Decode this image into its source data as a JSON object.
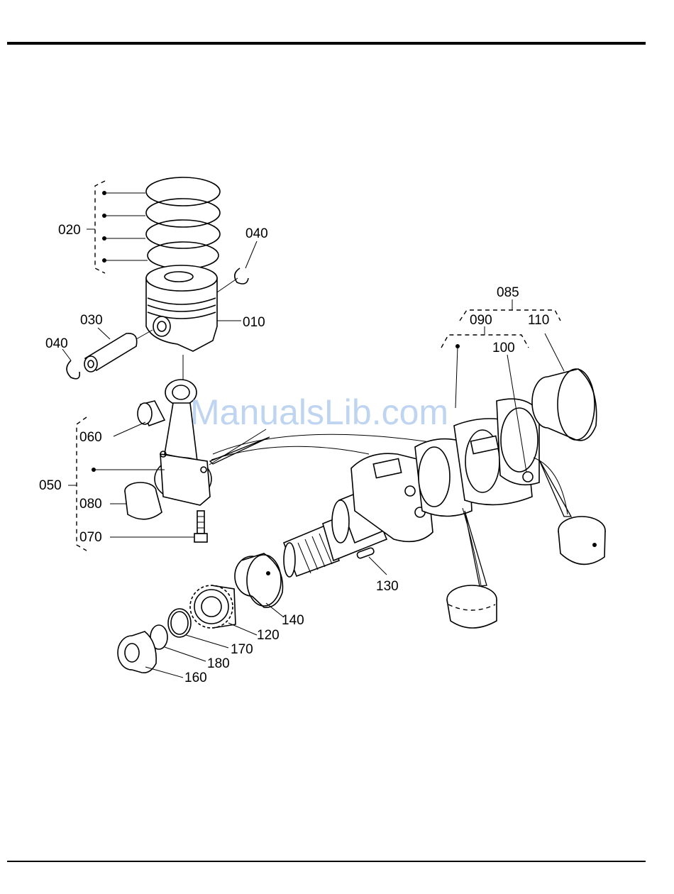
{
  "labels": {
    "p010": "010",
    "p020": "020",
    "p030": "030",
    "p040a": "040",
    "p040b": "040",
    "p050": "050",
    "p060": "060",
    "p070": "070",
    "p080": "080",
    "p085": "085",
    "p090": "090",
    "p100": "100",
    "p110": "110",
    "p120": "120",
    "p130": "130",
    "p140": "140",
    "p160": "160",
    "p170": "170",
    "p180": "180"
  },
  "watermark": "ManualsLib.com"
}
